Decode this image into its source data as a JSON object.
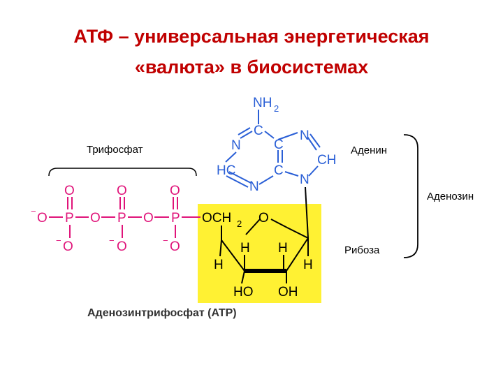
{
  "title": {
    "line1": "АТФ – универсальная энергетическая",
    "line2": "«валюта» в биосистемах"
  },
  "labels": {
    "triphosphate": "Трифосфат",
    "adenine": "Аденин",
    "adenosine": "Аденозин",
    "ribose": "Рибоза",
    "caption": "Аденозинтрифосфат (ATP)"
  },
  "atoms": {
    "N": "N",
    "NH": "NH",
    "sub2": "2",
    "C": "C",
    "CH": "CH",
    "HC": "HC",
    "O": "O",
    "P": "P",
    "H": "H",
    "OH": "OH",
    "HO": "HO",
    "OCH": "OCH",
    "minus": "−"
  },
  "colors": {
    "title": "#c00000",
    "adenine": "#2a5fd6",
    "phosphate": "#e0147a",
    "ribose_fill": "#fff133",
    "ink": "#000000"
  }
}
